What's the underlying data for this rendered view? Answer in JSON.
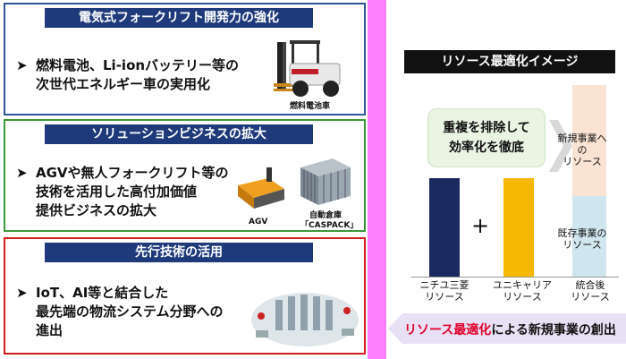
{
  "left_panels": [
    {
      "title": "電気式フォークリフト開発力の強化",
      "bullet_lines": [
        "燃料電池、Li-ionバッテリー等の",
        "次世代エネルギー車の実用化"
      ],
      "image_caption": "燃料電池車",
      "border_color": "#2f5597"
    },
    {
      "title": "ソリューションビジネスの拡大",
      "bullet_lines": [
        "AGVや無人フォークリフト等の",
        "技術を活用した高付加価値",
        "提供ビジネスの拡大"
      ],
      "image_captions": [
        "AGV",
        "自動倉庫",
        "「CASPACK」"
      ],
      "border_color": "#3a9a3a"
    },
    {
      "title": "先行技術の活用",
      "bullet_lines": [
        "IoT、AI等と結合した",
        "最先端の物流システム分野への",
        "進出"
      ],
      "border_color": "#d02020"
    }
  ],
  "bullet_symbol": "➤",
  "right": {
    "title": "リソース最適化イメージ",
    "bubble_lines": [
      "重複を排除して",
      "効率化を徹底"
    ],
    "plus": "+",
    "bars": [
      {
        "label_lines": [
          "ニチユ三菱",
          "リソース"
        ],
        "color": "#1b2a5e",
        "value": 1
      },
      {
        "label_lines": [
          "ユニキャリア",
          "リソース"
        ],
        "color": "#f5b800",
        "value": 1
      },
      {
        "label_lines": [
          "統合後",
          "リソース"
        ],
        "segments": [
          {
            "label_lines": [
              "既存事業の",
              "リソース"
            ],
            "color": "#cfe6ee",
            "value": 0.42
          },
          {
            "label_lines": [
              "新規事業への",
              "リソース"
            ],
            "color": "#fbe3d3",
            "value": 0.58
          }
        ]
      }
    ],
    "bottom": {
      "highlight": "リソース最適化",
      "rest": "による新規事業の創出"
    }
  },
  "colors": {
    "title_bg": "#1f3a7a",
    "sidebar": "#ff80ff",
    "accent_red": "#e0002a"
  }
}
